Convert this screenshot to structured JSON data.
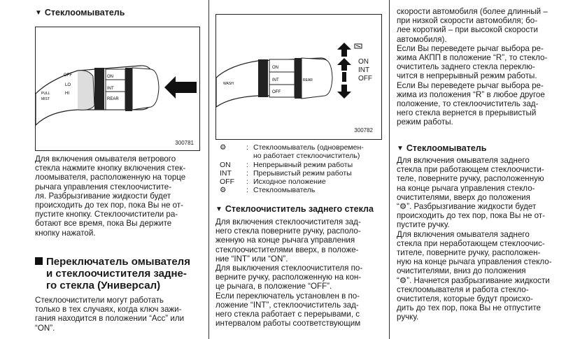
{
  "col1": {
    "heading": "Стеклоомыватель",
    "fig_label": "300781",
    "para": [
      "Для включения омывателя ветрового",
      "стекла нажмите кнопку включения стек-",
      "лоомывателя, расположенную на торце",
      "рычага управления стеклоочистите-",
      "ля. Разбрызгивание жидкости будет",
      "происходить до тех пор, пока Вы не от-",
      "пустите кнопку. Стеклоочистители ра-",
      "ботают все время, пока Вы держите",
      "кнопку нажатой."
    ],
    "section_title": [
      "Переключатель омывателя",
      "и стеклоочистителя задне-",
      "го стекла (Универсал)"
    ],
    "para2": [
      "Стеклоочистители могут работать",
      "только в тех случаях, когда ключ зажи-",
      "гания находится в положении “Acc” или",
      "“ON”."
    ]
  },
  "col2": {
    "fig_label": "300782",
    "fig_positions": [
      "ON",
      "INT",
      "OFF"
    ],
    "legend": [
      {
        "key": "",
        "text": "Стеклоомыватель (одновремен-"
      },
      {
        "key": "",
        "text": "но работает стеклоочиститель)"
      },
      {
        "key": "ON",
        "text": "Непрерывный режим работы"
      },
      {
        "key": "INT",
        "text": "Прерывистый режим работы"
      },
      {
        "key": "OFF",
        "text": "Исходное положение"
      },
      {
        "key": "",
        "text": "Стеклоомыватель"
      }
    ],
    "heading": "Стеклоочиститель заднего стекла",
    "para": [
      "Для включения стеклоочистителя зад-",
      "него стекла поверните ручку, располо-",
      "женную на конце рычага управления",
      "стеклоочистителями вверх, в положе-",
      "ние “INT” или “ON”.",
      "Для выключения стеклоочистителя по-",
      "верните ручку, расположенную на кон-",
      "це рычага, в положение “OFF”.",
      "Если переключатель установлен в по-",
      "ложение “INT”, стеклоочиститель зад-",
      "него стекла работает с перерывами, с",
      "интервалом работы соответствующим"
    ]
  },
  "col3": {
    "para": [
      "скорости автомобиля (более длинный –",
      "при низкой скорости автомобиля; бо-",
      "лее короткий – при высокой скорости",
      "автомобиля).",
      "Если Вы переведете рычаг выбора ре-",
      "жима АКПП в положение “R”, то стекло-",
      "очиститель заднего стекла переклю-",
      "чится в непрерывный режим работы.",
      "Если Вы переведете рычаг выбора ре-",
      "жима из положения “R” в любое другое",
      "положение, то стеклоочиститель зад-",
      "него стекла вернется в прерывистый",
      "режим работы."
    ],
    "heading": "Стеклоомыватель",
    "para2": [
      "Для включения омывателя заднего",
      "стекла при работающем стеклоочисти-",
      "теле, поверните ручку, расположенную",
      "на конце рычага управления стекло-",
      "очистителями, вверх до положения",
      "“⚙”. Разбрызгивание жидкости будет",
      "происходить до тех пор, пока Вы не от-",
      "пустите ручку.",
      "Для включения омывателя заднего",
      "стекла при неработающем стеклоочис-",
      "тителе, поверните ручку, расположен-",
      "ную на конце рычага управления стекло-",
      "очистителями, вниз до положения",
      "“⚙”. Начнется разбрызгивание жидкости",
      "стеклоомывателя и работа стекло-",
      "очистителя, которые будут происхо-",
      "дить до тех пор, пока Вы не отпустите",
      "ручку."
    ]
  }
}
